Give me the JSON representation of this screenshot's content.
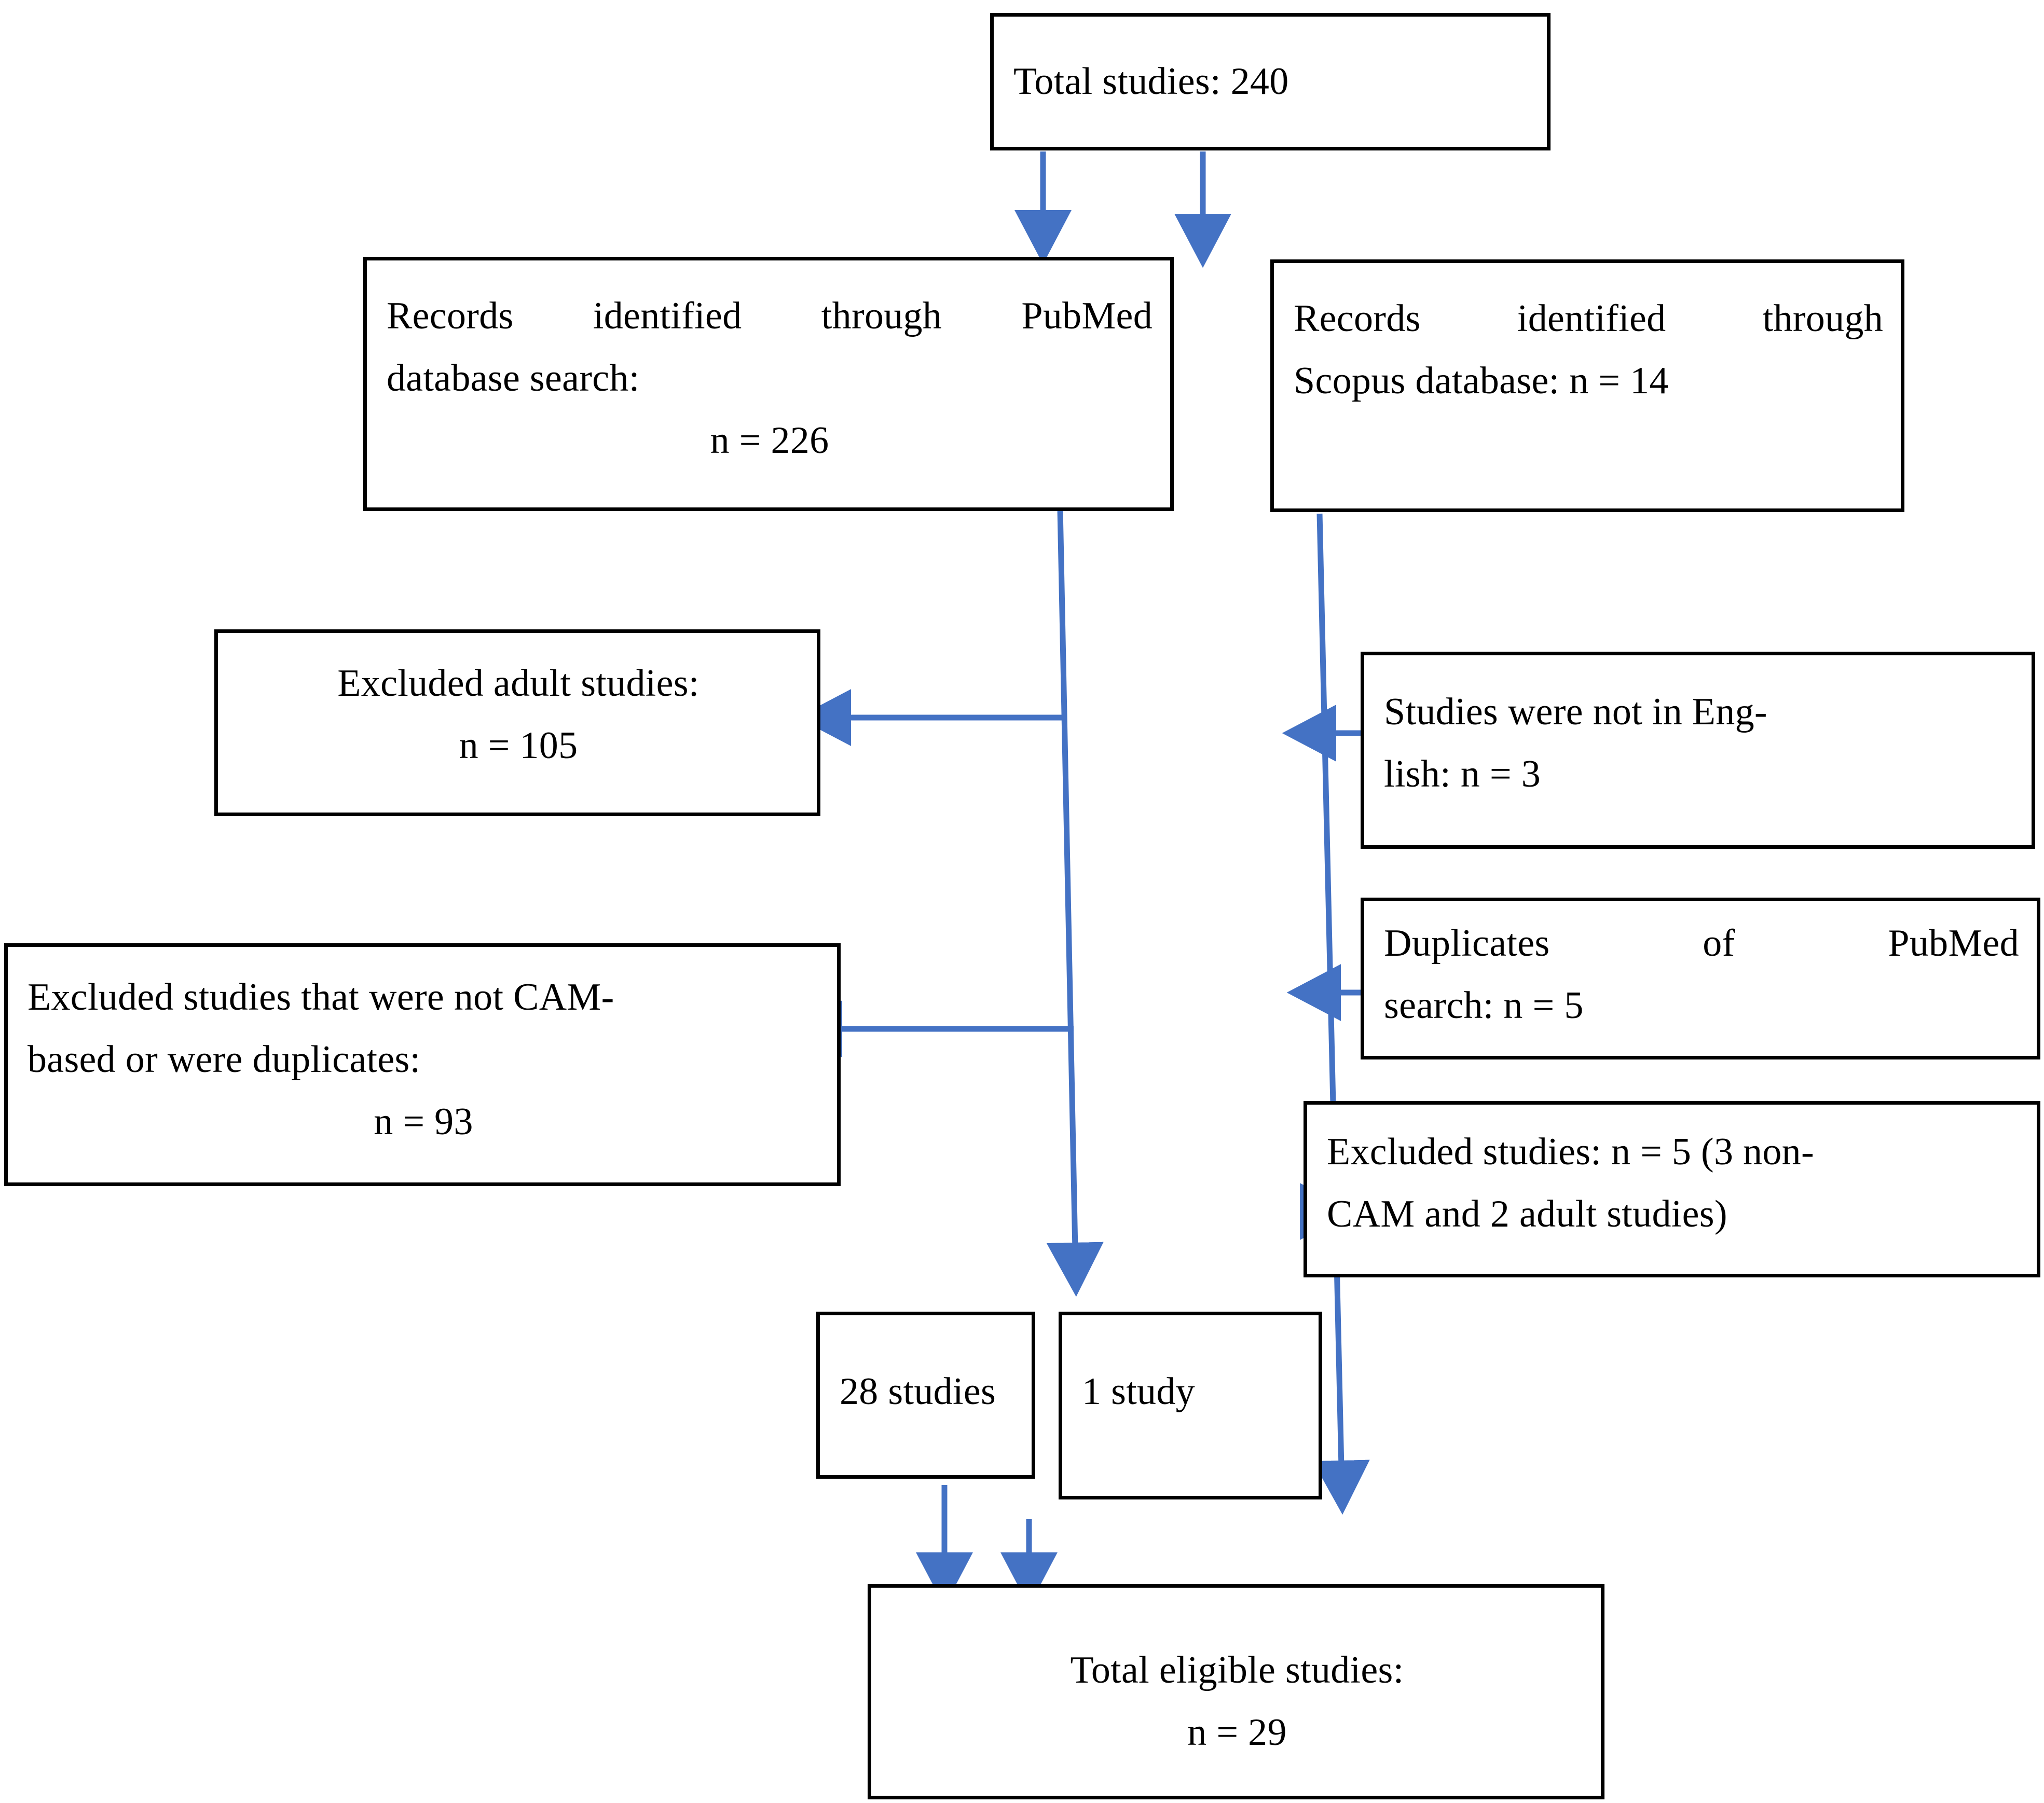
{
  "diagram": {
    "title": "Study selection flow diagram",
    "accent_color": "#4472C4",
    "box_border_color": "#000000",
    "background_color": "#FFFFFF",
    "text_color": "#000000"
  },
  "boxes": {
    "total_studies": {
      "label": "Total studies: 240"
    },
    "pubmed_records": {
      "line1": "Records identified through PubMed",
      "line2": "database search:",
      "line3": "n = 226"
    },
    "scopus_records": {
      "line1": "Records identified through",
      "line2": "Scopus database: n = 14"
    },
    "excluded_adult": {
      "line1": "Excluded adult studies:",
      "line2": "n = 105"
    },
    "excluded_cam": {
      "line1": "Excluded studies that were not CAM-",
      "line2": "based or were duplicates:",
      "line3": "n = 93"
    },
    "not_english": {
      "line1": "Studies were not in Eng-",
      "line2": "lish: n = 3"
    },
    "duplicates_pubmed": {
      "line1": "Duplicates of PubMed",
      "line2": "search: n = 5"
    },
    "excluded_scopus": {
      "line1": "Excluded studies: n = 5 (3 non-",
      "line2": "CAM and 2 adult studies)"
    },
    "pubmed_result": {
      "label": "28 studies"
    },
    "scopus_result": {
      "label": "1 study"
    },
    "total_eligible": {
      "line1": "Total eligible studies:",
      "line2": "n = 29"
    }
  },
  "chart_data": {
    "type": "flowchart",
    "title": "Study selection flow diagram",
    "nodes": [
      {
        "id": "total_studies",
        "label": "Total studies: 240",
        "n": 240
      },
      {
        "id": "pubmed_records",
        "label": "Records identified through PubMed database search: n = 226",
        "n": 226
      },
      {
        "id": "scopus_records",
        "label": "Records identified through Scopus database: n = 14",
        "n": 14
      },
      {
        "id": "excluded_adult",
        "label": "Excluded adult studies: n = 105",
        "n": 105
      },
      {
        "id": "excluded_cam",
        "label": "Excluded studies that were not CAM-based or were duplicates: n = 93",
        "n": 93
      },
      {
        "id": "not_english",
        "label": "Studies were not in English: n = 3",
        "n": 3
      },
      {
        "id": "duplicates_pubmed",
        "label": "Duplicates of PubMed search: n = 5",
        "n": 5
      },
      {
        "id": "excluded_scopus",
        "label": "Excluded studies: n = 5 (3 non-CAM and 2 adult studies)",
        "n": 5
      },
      {
        "id": "pubmed_result",
        "label": "28 studies",
        "n": 28
      },
      {
        "id": "scopus_result",
        "label": "1 study",
        "n": 1
      },
      {
        "id": "total_eligible",
        "label": "Total eligible studies: n = 29",
        "n": 29
      }
    ],
    "edges": [
      {
        "from": "total_studies",
        "to": "pubmed_records",
        "direction": "down"
      },
      {
        "from": "total_studies",
        "to": "scopus_records",
        "direction": "down"
      },
      {
        "from": "pubmed_records",
        "to": "excluded_adult",
        "direction": "left"
      },
      {
        "from": "pubmed_records",
        "to": "excluded_cam",
        "direction": "left"
      },
      {
        "from": "pubmed_records",
        "to": "pubmed_result",
        "direction": "down"
      },
      {
        "from": "not_english",
        "to": "scopus_records",
        "direction": "left"
      },
      {
        "from": "duplicates_pubmed",
        "to": "scopus_records",
        "direction": "left"
      },
      {
        "from": "excluded_scopus",
        "to": "scopus_records",
        "direction": "left"
      },
      {
        "from": "scopus_records",
        "to": "scopus_result",
        "direction": "down"
      },
      {
        "from": "pubmed_result",
        "to": "total_eligible",
        "direction": "down"
      },
      {
        "from": "scopus_result",
        "to": "total_eligible",
        "direction": "down"
      }
    ]
  }
}
